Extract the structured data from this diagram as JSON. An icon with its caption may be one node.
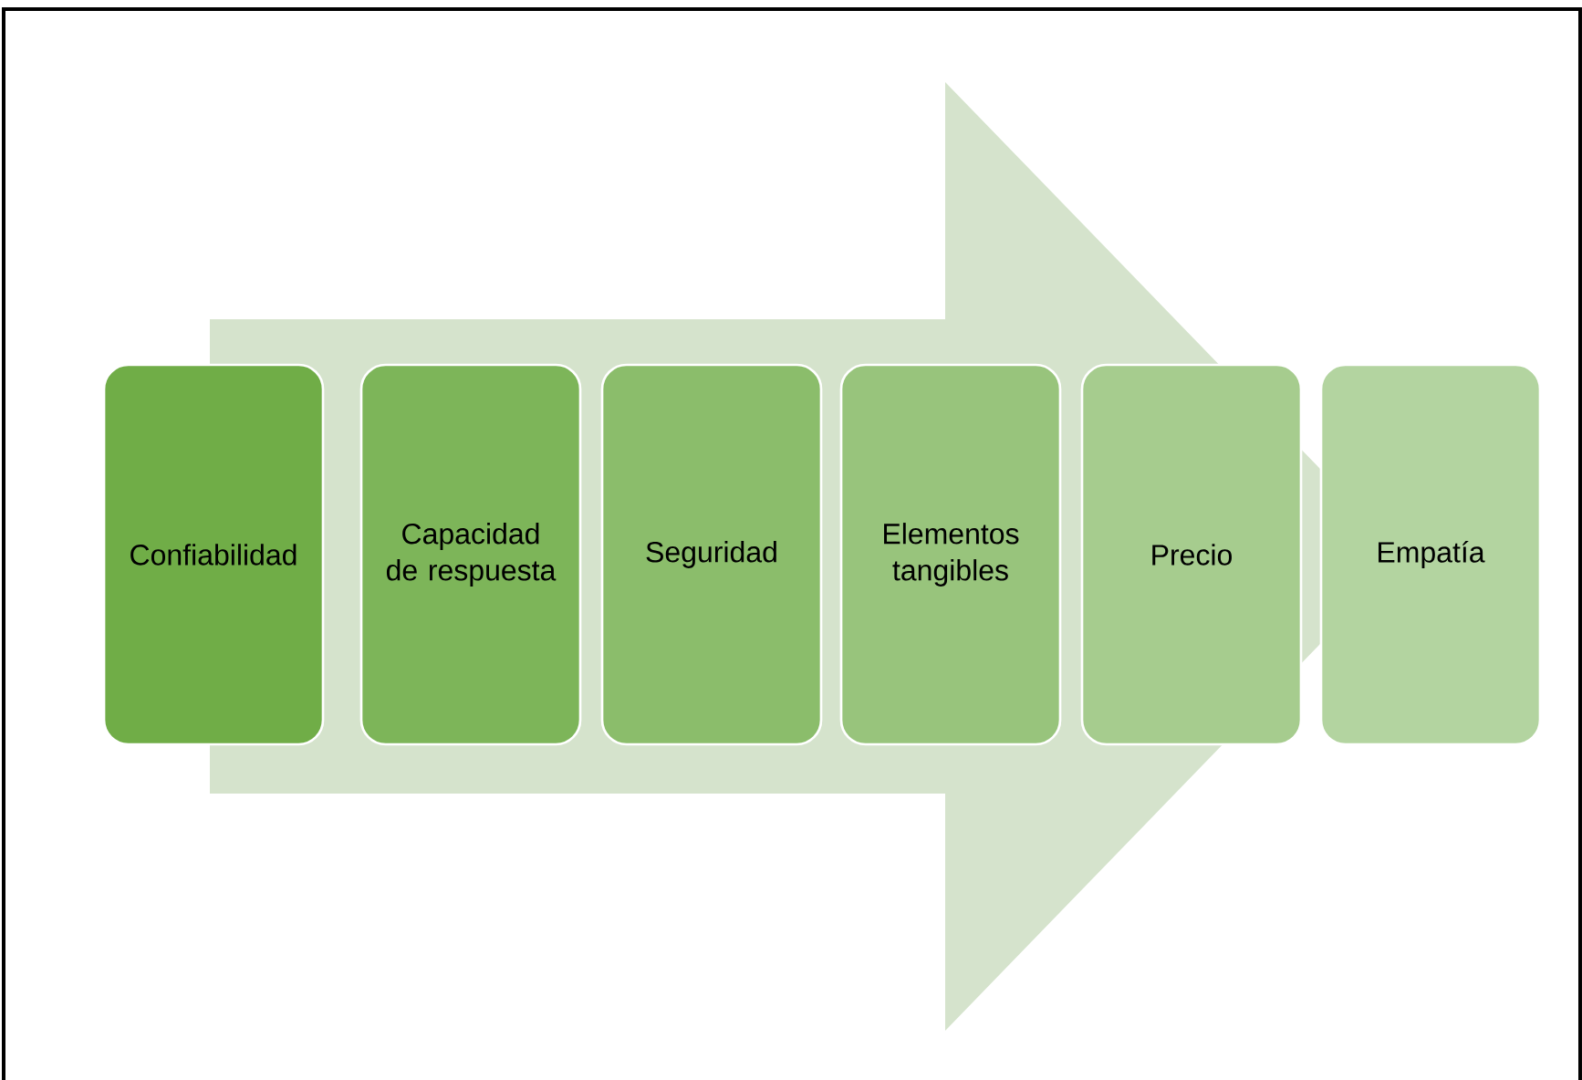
{
  "diagram": {
    "nodes": [
      {
        "text": [
          "Confiabilidad"
        ]
      },
      {
        "text": [
          "Capacidad de respuesta"
        ]
      },
      {
        "text": [
          "Seguridad"
        ]
      },
      {
        "text": [
          "Elementos tangibles"
        ]
      },
      {
        "text": [
          "Precio"
        ]
      },
      {
        "text": [
          "Empatía"
        ]
      }
    ],
    "edges": [
      {
        "from": 0,
        "to": 5,
        "arrow": "to"
      }
    ]
  }
}
